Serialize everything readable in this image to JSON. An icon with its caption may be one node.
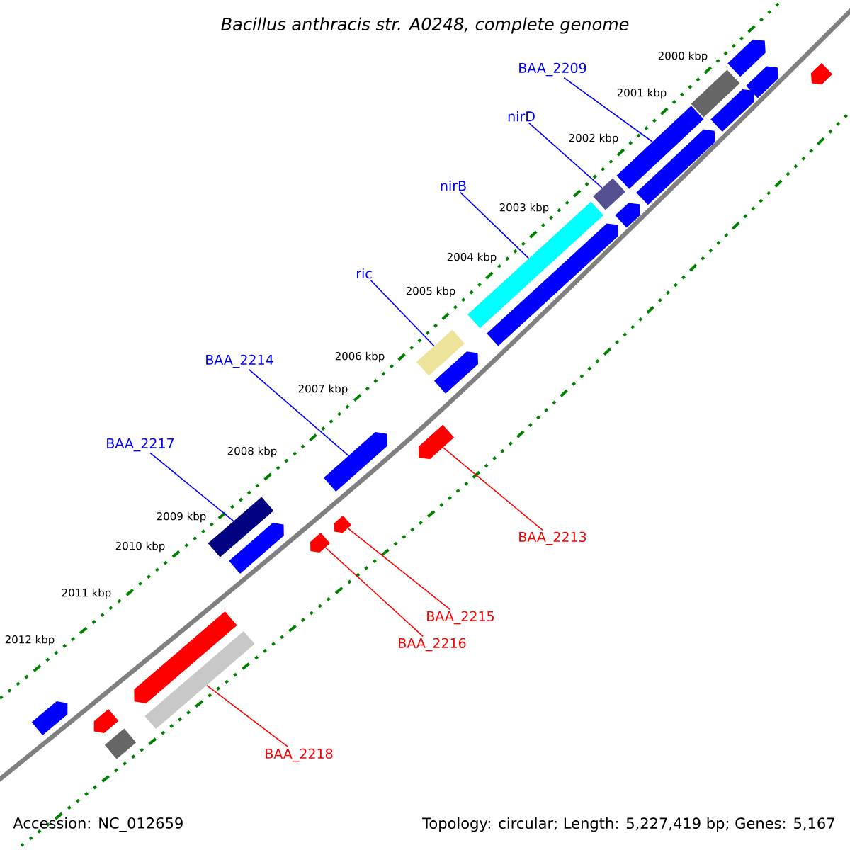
{
  "diagram": {
    "title": "Bacillus anthracis str. A0248, complete genome",
    "nodes": [
      {
        "text": [
          "BAA_2209"
        ]
      },
      {
        "text": [
          "nirD"
        ]
      },
      {
        "text": [
          "nirB"
        ]
      },
      {
        "text": [
          "ric"
        ]
      },
      {
        "text": [
          "BAA_2214"
        ]
      },
      {
        "text": [
          "BAA_2217"
        ]
      },
      {
        "text": [
          "BAA_2213"
        ]
      },
      {
        "text": [
          "BAA_2215"
        ]
      },
      {
        "text": [
          "BAA_2216"
        ]
      },
      {
        "text": [
          "BAA_2218"
        ]
      },
      {
        "text": [],
        "shape": "bar"
      },
      {
        "text": [],
        "shape": "bar"
      },
      {
        "text": [],
        "shape": "bar"
      },
      {
        "text": [],
        "shape": "bar"
      },
      {
        "text": [],
        "shape": "bar"
      },
      {
        "text": [],
        "shape": "bar"
      },
      {
        "text": [],
        "shape": "bar"
      },
      {
        "text": [],
        "shape": "bar"
      },
      {
        "text": [],
        "shape": "bar"
      },
      {
        "text": [],
        "shape": "bar"
      },
      {
        "text": [],
        "shape": "bar"
      },
      {
        "text": [],
        "shape": "bar"
      },
      {
        "text": [],
        "shape": "bar"
      },
      {
        "text": [],
        "shape": "bar"
      },
      {
        "text": [],
        "shape": "bar"
      },
      {
        "text": [],
        "shape": "bar"
      },
      {
        "text": [],
        "shape": "bar"
      },
      {
        "text": [],
        "shape": "bar"
      },
      {
        "text": [],
        "shape": "bar"
      },
      {
        "text": [],
        "shape": "bar"
      },
      {
        "text": [],
        "shape": "bar"
      },
      {
        "text": [],
        "shape": "bar"
      },
      {
        "text": [],
        "shape": "bar"
      },
      {
        "text": [],
        "shape": "bar"
      }
    ],
    "edges": [
      {
        "from": 0,
        "to": 15,
        "arrow": "none"
      },
      {
        "from": 1,
        "to": 17,
        "arrow": "none"
      },
      {
        "from": 2,
        "to": 19,
        "arrow": "none"
      },
      {
        "from": 3,
        "to": 21,
        "arrow": "none"
      },
      {
        "from": 4,
        "to": 24,
        "arrow": "none"
      },
      {
        "from": 5,
        "to": 26,
        "arrow": "none"
      },
      {
        "from": 6,
        "to": 23,
        "arrow": "none",
        "color": "#ff0000"
      },
      {
        "from": 7,
        "to": 25,
        "arrow": "none",
        "color": "#ff0000"
      },
      {
        "from": 8,
        "to": 27,
        "arrow": "none",
        "color": "#ff0000"
      },
      {
        "from": 9,
        "to": 30,
        "arrow": "none",
        "color": "#ff0000"
      }
    ],
    "labels": [
      "2000 kbp",
      "2001 kbp",
      "2002 kbp",
      "2003 kbp",
      "2004 kbp",
      "2005 kbp",
      "2006 kbp",
      "2007 kbp",
      "2008 kbp",
      "2009 kbp",
      "2010 kbp",
      "2011 kbp",
      "2012 kbp",
      "Accession: NC_012659",
      "Topology: circular; Length: 5,227,419 bp; Genes: 5,167"
    ]
  }
}
